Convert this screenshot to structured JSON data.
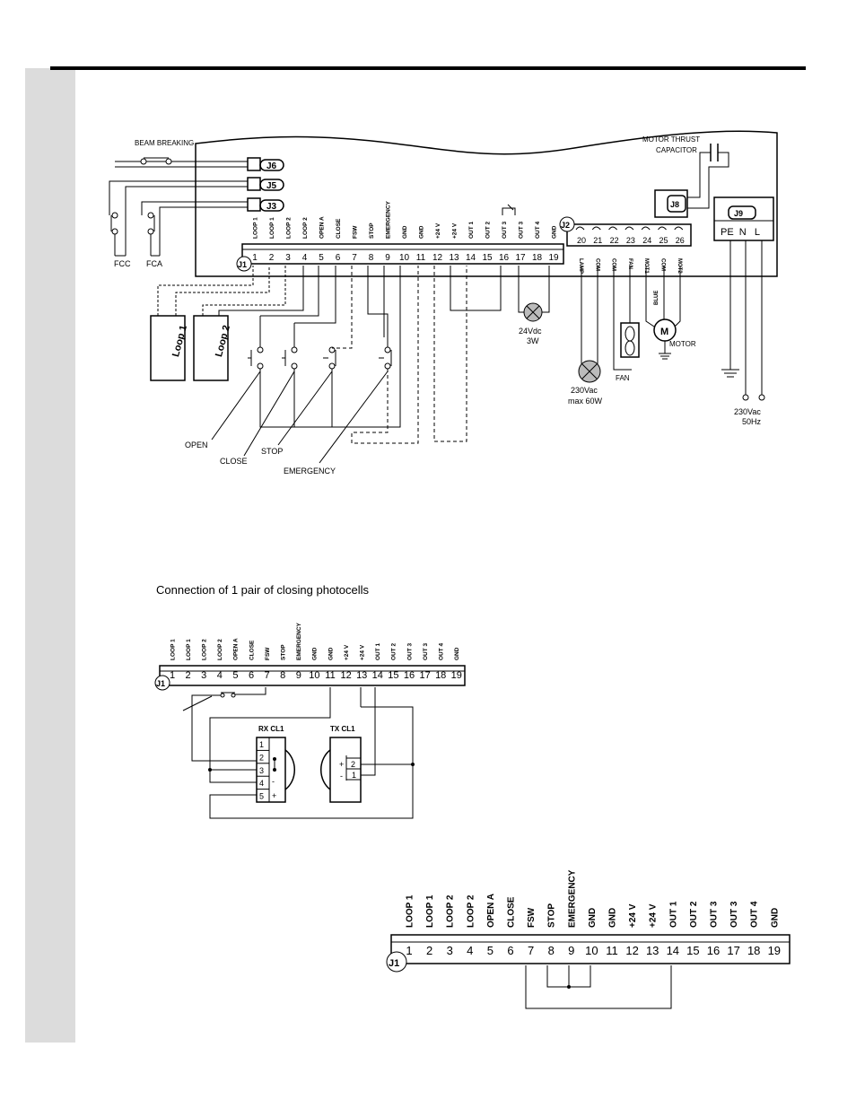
{
  "diagram1": {
    "beam_breaking": "BEAM BREAKING",
    "motor_capacitor": [
      "MOTOR THRUST",
      "CAPACITOR"
    ],
    "connectors": {
      "j6": "J6",
      "j5": "J5",
      "j3": "J3",
      "j8": "J8",
      "j9": "J9",
      "j2": "J2",
      "j1": "J1"
    },
    "j9_terms": "PE  N   L",
    "fcc": "FCC",
    "fca": "FCA",
    "j1_labels": [
      "LOOP 1",
      "LOOP 1",
      "LOOP 2",
      "LOOP 2",
      "OPEN A",
      "CLOSE",
      "FSW",
      "STOP",
      "EMERGENCY",
      "GND",
      "GND",
      "+24 V",
      "+24 V",
      "OUT 1",
      "OUT 2",
      "OUT 3",
      "OUT 3",
      "OUT 4",
      "GND"
    ],
    "j1_numbers": [
      "1",
      "2",
      "3",
      "4",
      "5",
      "6",
      "7",
      "8",
      "9",
      "10",
      "11",
      "12",
      "13",
      "14",
      "15",
      "16",
      "17",
      "18",
      "19"
    ],
    "j2_numbers": [
      "20",
      "21",
      "22",
      "23",
      "24",
      "25",
      "26"
    ],
    "j2_labels": [
      "LAMP",
      "COM",
      "COM",
      "FAN",
      "MOT1",
      "COM",
      "MOT2"
    ],
    "loop1": "Loop 1",
    "loop2": "Loop 2",
    "lamp24": [
      "24Vdc",
      "3W"
    ],
    "lamp230": [
      "230Vac",
      "max 60W"
    ],
    "fan": "FAN",
    "blue": "BLUE",
    "motor_symbol": "M",
    "motor": "MOTOR",
    "supply": [
      "230Vac",
      "50Hz"
    ],
    "open": "OPEN",
    "close": "CLOSE",
    "stop": "STOP",
    "emergency": "EMERGENCY"
  },
  "diagram2": {
    "title": "Connection of 1 pair of closing photocells",
    "j1": "J1",
    "labels": [
      "LOOP 1",
      "LOOP 1",
      "LOOP 2",
      "LOOP 2",
      "OPEN A",
      "CLOSE",
      "FSW",
      "STOP",
      "EMERGENCY",
      "GND",
      "GND",
      "+24 V",
      "+24 V",
      "OUT 1",
      "OUT 2",
      "OUT 3",
      "OUT 3",
      "OUT 4",
      "GND"
    ],
    "numbers": [
      "1",
      "2",
      "3",
      "4",
      "5",
      "6",
      "7",
      "8",
      "9",
      "10",
      "11",
      "12",
      "13",
      "14",
      "15",
      "16",
      "17",
      "18",
      "19"
    ],
    "rx": "RX CL1",
    "tx": "TX CL1",
    "rx_terms": [
      "1",
      "2",
      "3",
      "4",
      "5"
    ],
    "rx_signs": [
      "-",
      "+"
    ],
    "tx_terms": [
      "2",
      "1"
    ],
    "tx_signs": [
      "+",
      "-"
    ]
  },
  "diagram3": {
    "j1": "J1",
    "labels": [
      "LOOP 1",
      "LOOP 1",
      "LOOP 2",
      "LOOP 2",
      "OPEN A",
      "CLOSE",
      "FSW",
      "STOP",
      "EMERGENCY",
      "GND",
      "GND",
      "+24 V",
      "+24 V",
      "OUT 1",
      "OUT 2",
      "OUT 3",
      "OUT 3",
      "OUT 4",
      "GND"
    ],
    "numbers": [
      "1",
      "2",
      "3",
      "4",
      "5",
      "6",
      "7",
      "8",
      "9",
      "10",
      "11",
      "12",
      "13",
      "14",
      "15",
      "16",
      "17",
      "18",
      "19"
    ]
  }
}
